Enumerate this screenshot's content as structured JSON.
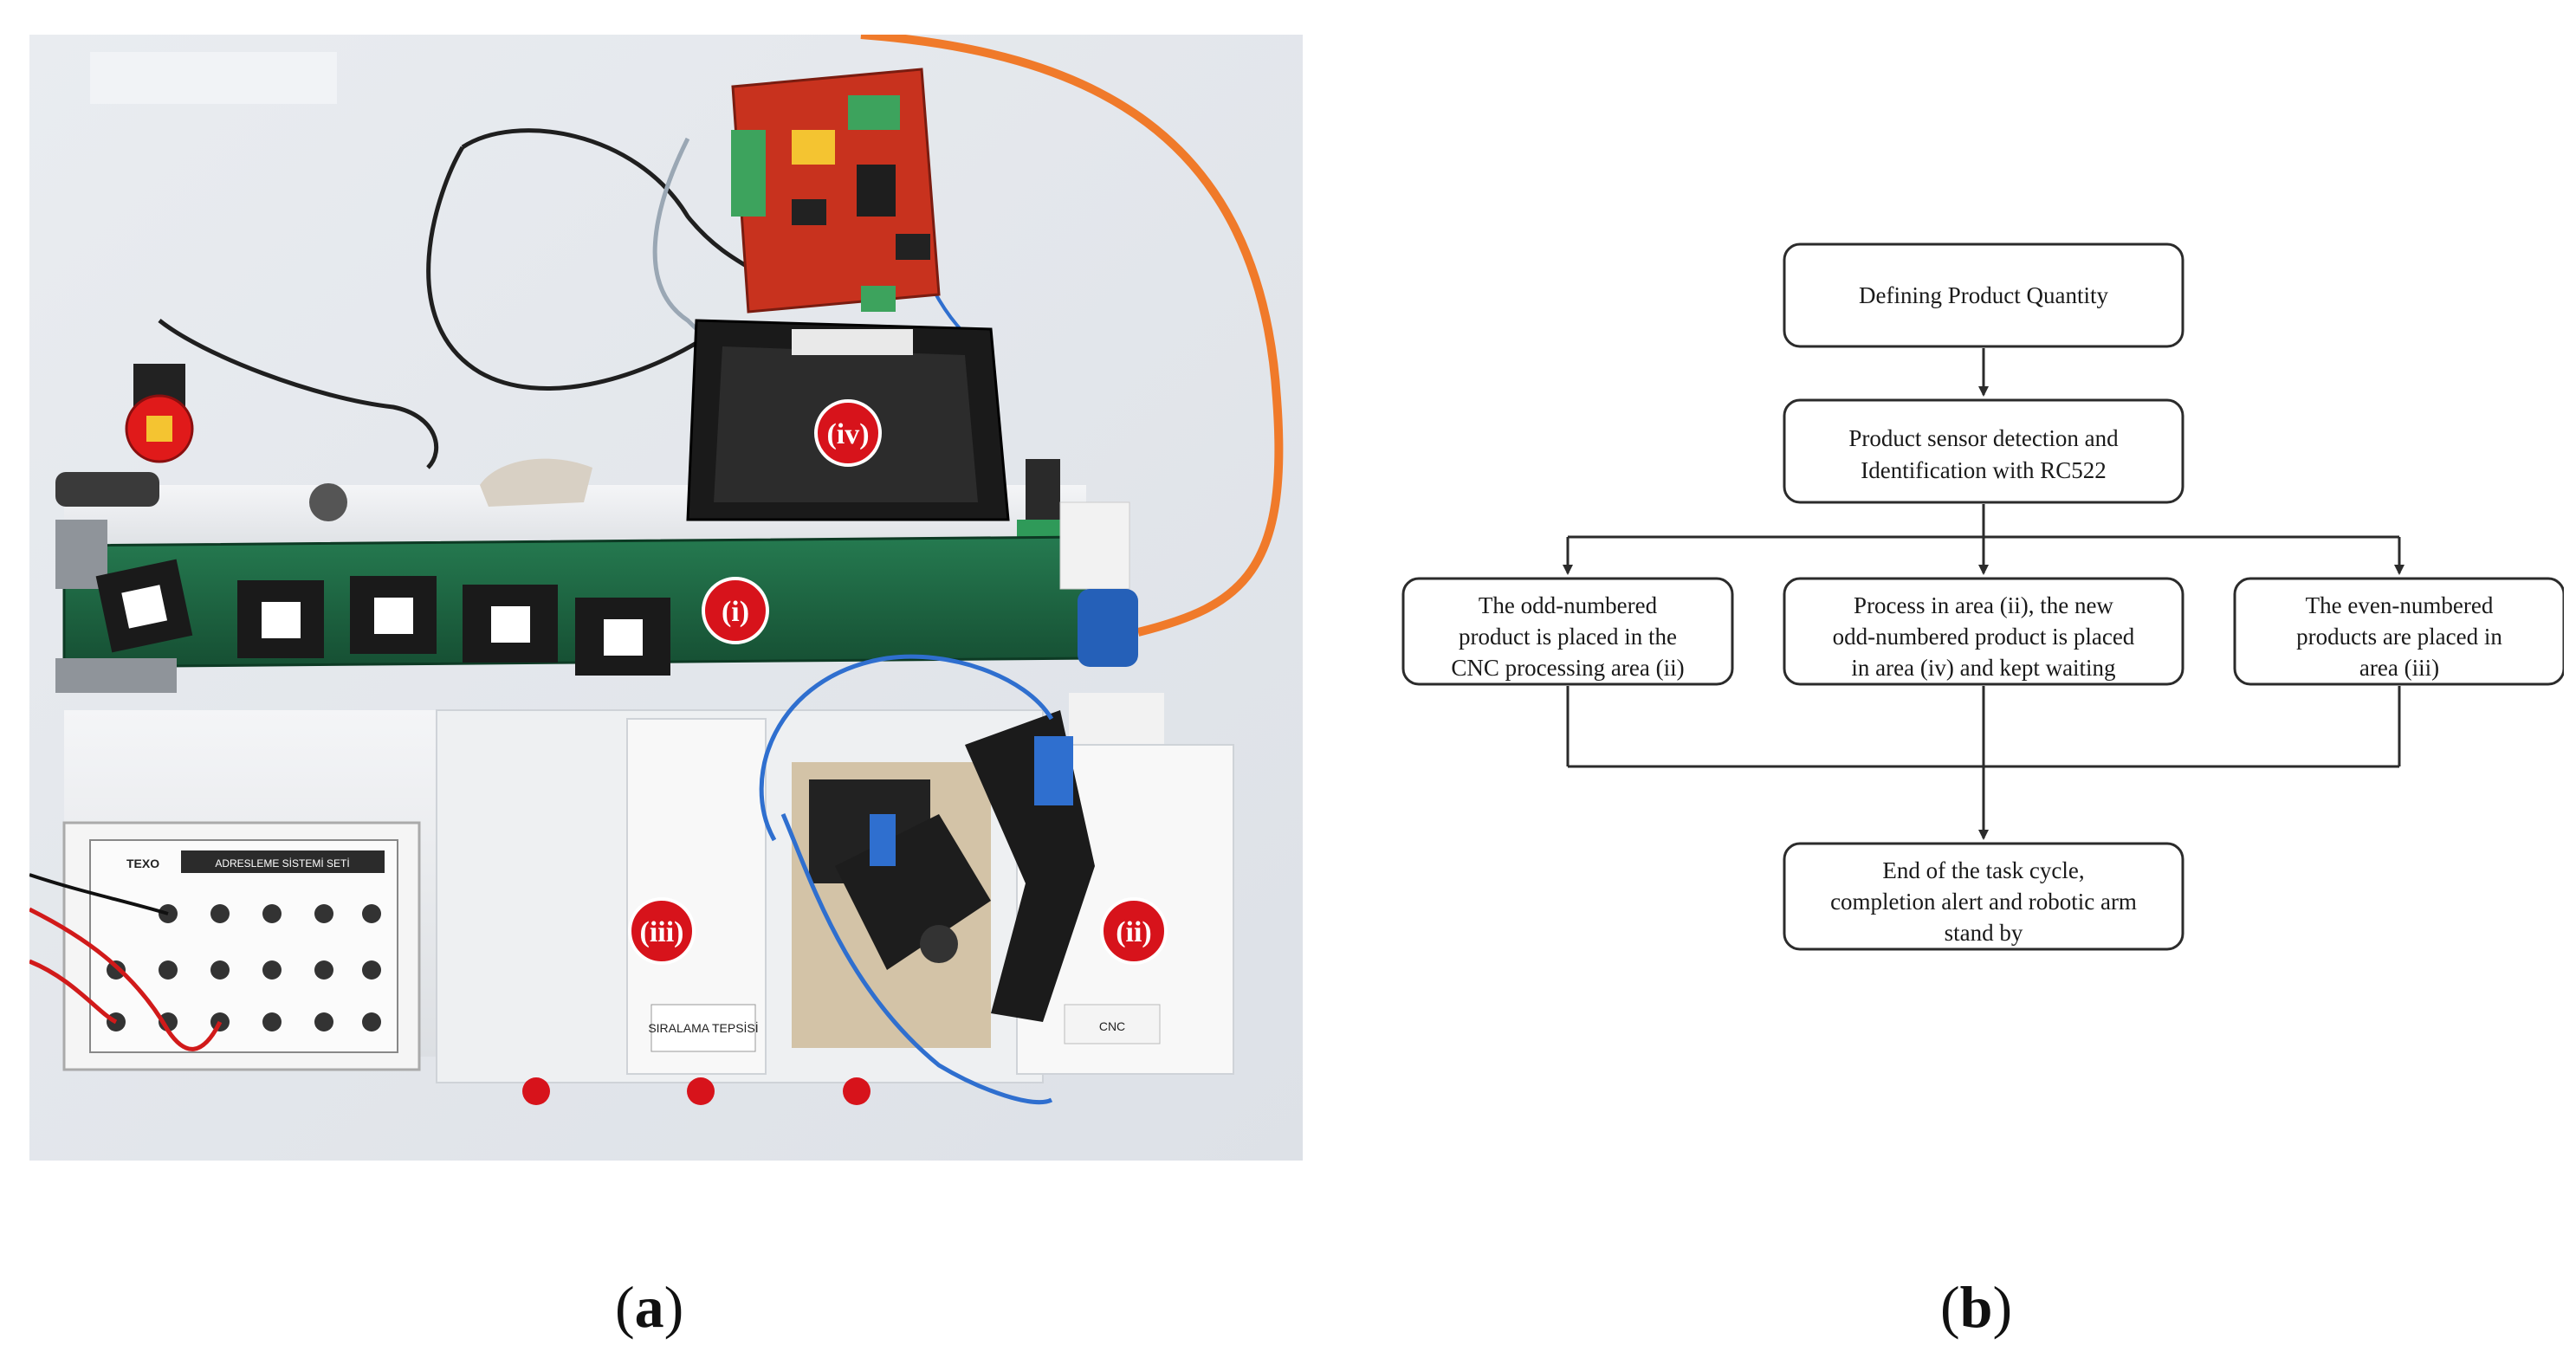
{
  "photo": {
    "area_labels": [
      "(iv)",
      "(i)",
      "(iii)",
      "(ii)"
    ],
    "panel_brand": "TEXO",
    "panel_title": "ADRESLEME SİSTEMİ SETİ",
    "storage_sign": "SIRALAMA TEPSİSİ",
    "cnc_sign": "CNC"
  },
  "flowchart": {
    "box1": [
      "Defining Product Quantity"
    ],
    "box2": [
      "Product sensor detection and",
      "Identification with RC522"
    ],
    "box_left": [
      "The odd-numbered",
      "product is placed in the",
      "CNC processing area (ii)"
    ],
    "box_center": [
      "Process in area (ii), the new",
      "odd-numbered product is placed",
      "in area (iv) and kept waiting"
    ],
    "box_right": [
      "The even-numbered",
      "products are placed in",
      "area (iii)"
    ],
    "box_end": [
      "End of the task cycle,",
      "completion alert and robotic arm",
      "stand by"
    ]
  },
  "captions": {
    "a_open": "(",
    "a_letter": "a",
    "a_close": ")",
    "b_open": "(",
    "b_letter": "b",
    "b_close": ")"
  },
  "colors": {
    "belt_green": "#1d6b45",
    "label_red": "#d7131b",
    "cable_orange": "#f07a2a",
    "pcb_red": "#c8321e",
    "wall_grey": "#e4e7ec"
  }
}
